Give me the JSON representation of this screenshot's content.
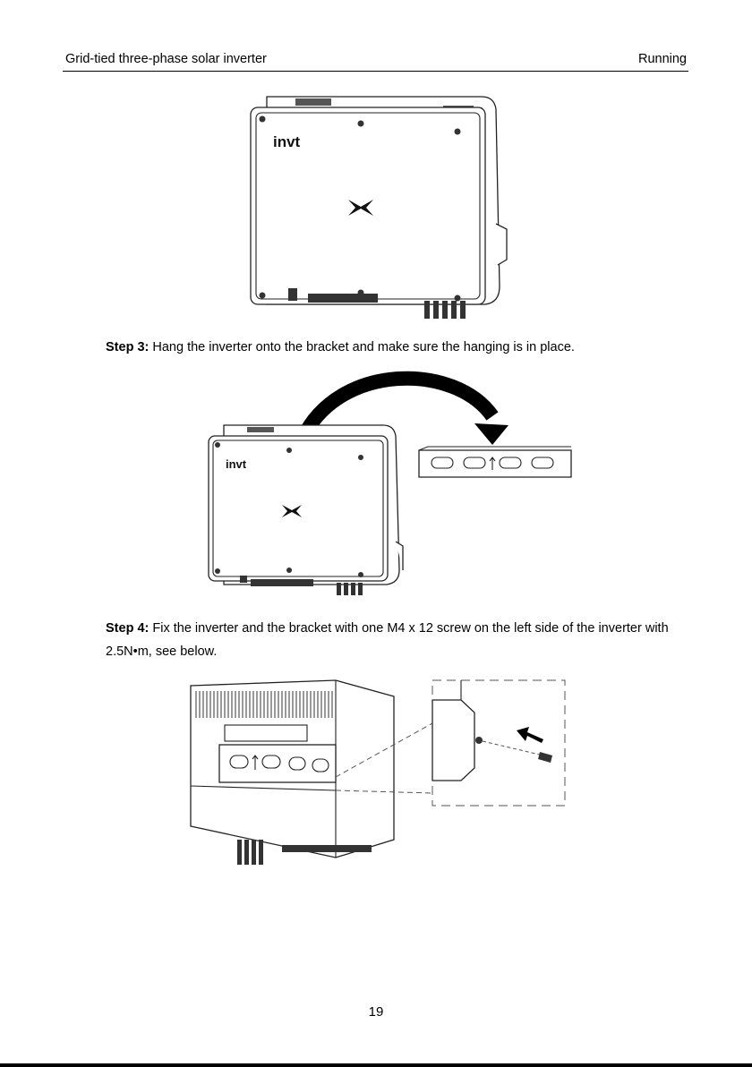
{
  "header": {
    "doc_title": "Grid-tied three-phase solar inverter",
    "section": "Running"
  },
  "figure1": {
    "brand_logo": "invt"
  },
  "step3": {
    "label": "Step 3:",
    "text": " Hang the inverter onto the bracket and make sure the hanging is in place."
  },
  "figure2": {
    "brand_logo": "invt"
  },
  "step4": {
    "label": "Step 4:",
    "text": " Fix the inverter and the bracket with one M4 x 12 screw on the left side of the inverter with 2.5N•m, see below."
  },
  "footer": {
    "page_number": "19"
  }
}
